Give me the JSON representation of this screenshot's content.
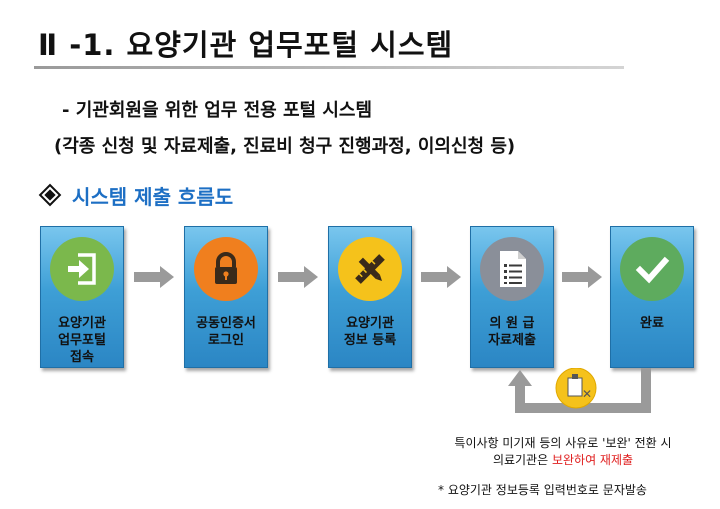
{
  "title": "Ⅱ -1. 요양기관 업무포털 시스템",
  "subtitle_line1": "- 기관회원을 위한 업무 전용 포털 시스템",
  "subtitle_line2": "(각종 신청 및 자료제출, 진료비 청구 진행과정, 이의신청 등)",
  "flow_heading": "시스템 제출 흐름도",
  "steps": [
    {
      "label": "요양기관\n업무포털\n접속",
      "icon": "login-icon",
      "color": "#7bb84c"
    },
    {
      "label": "공동인증서\n로그인",
      "icon": "lock-icon",
      "color": "#f07f1e"
    },
    {
      "label": "요양기관\n정보 등록",
      "icon": "pencil-ruler-icon",
      "color": "#f5c21b"
    },
    {
      "label": "의 원 급\n자료제출",
      "icon": "document-icon",
      "color": "#8a8f99"
    },
    {
      "label": "완료",
      "icon": "check-icon",
      "color": "#5eab5e"
    }
  ],
  "return_note_line1": "특이사항 미기재 등의 사유로 '보완' 전환 시",
  "return_note_line2_prefix": "의료기관은 ",
  "return_note_line2_highlight": "보완하여 재제출",
  "footnote": "* 요양기관 정보등록 입력번호로 문자발송",
  "colors": {
    "accent": "#1d6fc4",
    "highlight": "#e02020",
    "return_badge": "#f5c21b"
  }
}
